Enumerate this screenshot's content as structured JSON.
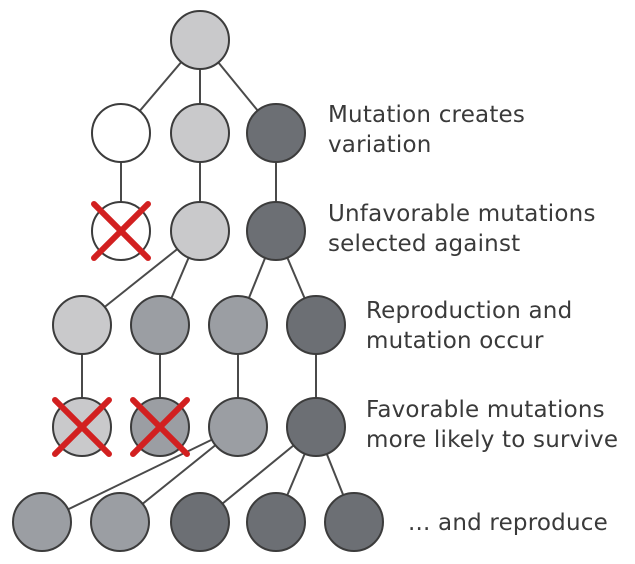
{
  "labels": {
    "row1": [
      "Mutation creates",
      "variation"
    ],
    "row2": [
      "Unfavorable mutations",
      "selected against"
    ],
    "row3": [
      "Reproduction and",
      "mutation occur"
    ],
    "row4": [
      "Favorable mutations",
      "more likely to survive"
    ],
    "row5": [
      "... and reproduce"
    ]
  },
  "colors": {
    "white": "#ffffff",
    "light": "#c9c9cb",
    "medium": "#9b9ea3",
    "dark": "#6c6f74",
    "stroke": "#3c3c3c",
    "line": "#4a4a4a",
    "cross": "#d22020"
  }
}
